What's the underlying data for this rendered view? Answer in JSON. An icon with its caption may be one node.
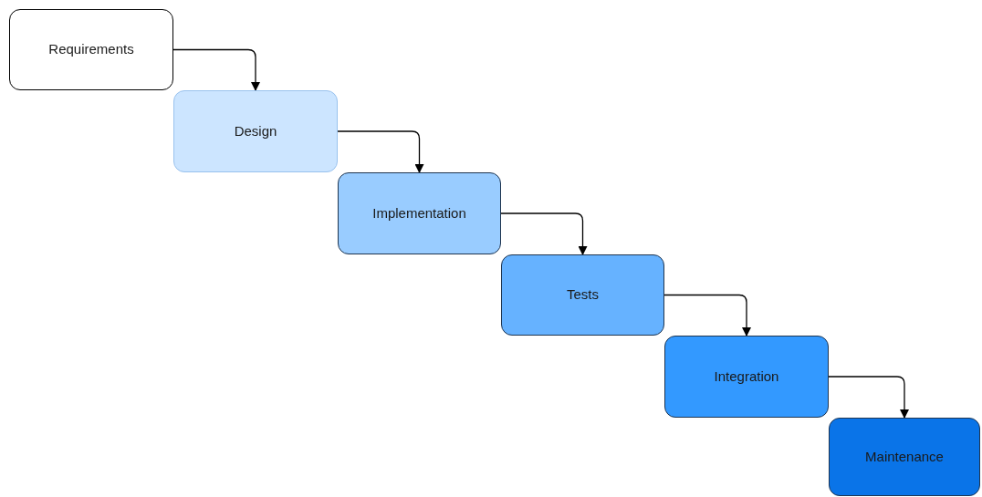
{
  "diagram": {
    "nodes": [
      {
        "text": [
          "Requirements"
        ]
      },
      {
        "text": [
          "Design"
        ]
      },
      {
        "text": [
          "Implementation"
        ]
      },
      {
        "text": [
          "Tests"
        ]
      },
      {
        "text": [
          "Integration"
        ]
      },
      {
        "text": [
          "Maintenance"
        ]
      }
    ],
    "edges": [
      {
        "from": 0,
        "to": 1,
        "arrow": "to"
      },
      {
        "from": 1,
        "to": 2,
        "arrow": "to"
      },
      {
        "from": 2,
        "to": 3,
        "arrow": "to"
      },
      {
        "from": 3,
        "to": 4,
        "arrow": "to"
      },
      {
        "from": 4,
        "to": 5,
        "arrow": "to"
      }
    ]
  }
}
